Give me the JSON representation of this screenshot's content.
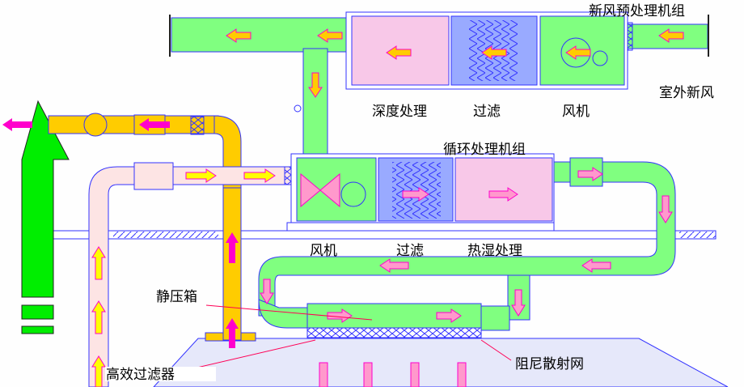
{
  "labels": {
    "fresh_unit": "新风预处理机组",
    "outdoor_air": "室外新风",
    "deep_treatment": "深度处理",
    "filter_top": "过滤",
    "fan_top": "风机",
    "recirc_unit": "循环处理机组",
    "fan_mid": "风机",
    "filter_mid": "过滤",
    "heat_humid": "热湿处理",
    "plenum": "静压箱",
    "hepa": "高效过滤器",
    "damper_net": "阻尼散射网"
  },
  "colors": {
    "green_duct": "#80ff80",
    "yellow_duct": "#ffcc00",
    "pink_duct": "#fde4e4",
    "pink_section": "#f8c8e8",
    "filter_blue": "#99aaff",
    "arrow_magenta": "#ff00cc",
    "arrow_pink": "#ff99cc",
    "arrow_yellow": "#ffff00",
    "outline": "#3333ff",
    "big_arrow": "#00ee00",
    "room": "#e6e8fa"
  }
}
